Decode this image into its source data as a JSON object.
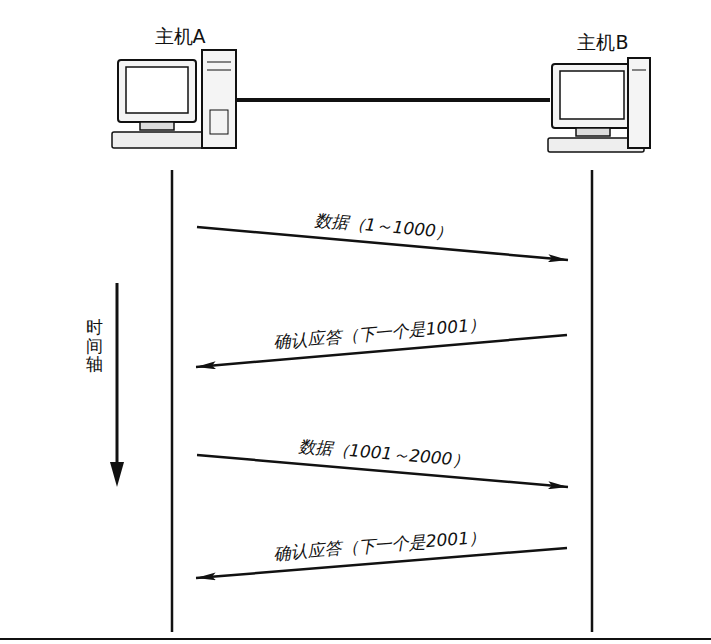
{
  "diagram": {
    "nodes": [
      {
        "text": [
          "主机A"
        ]
      },
      {
        "text": [
          "主机B"
        ]
      }
    ],
    "edges": [
      {
        "from": 0,
        "to": 1,
        "arrow": "to",
        "label": "数据（1～1000）"
      },
      {
        "from": 1,
        "to": 0,
        "arrow": "to",
        "label": "确认应答（下一个是1001）"
      },
      {
        "from": 0,
        "to": 1,
        "arrow": "to",
        "label": "数据（1001～2000）"
      },
      {
        "from": 1,
        "to": 0,
        "arrow": "to",
        "label": "确认应答（下一个是2001）"
      }
    ],
    "labels": [
      "时间轴"
    ]
  }
}
